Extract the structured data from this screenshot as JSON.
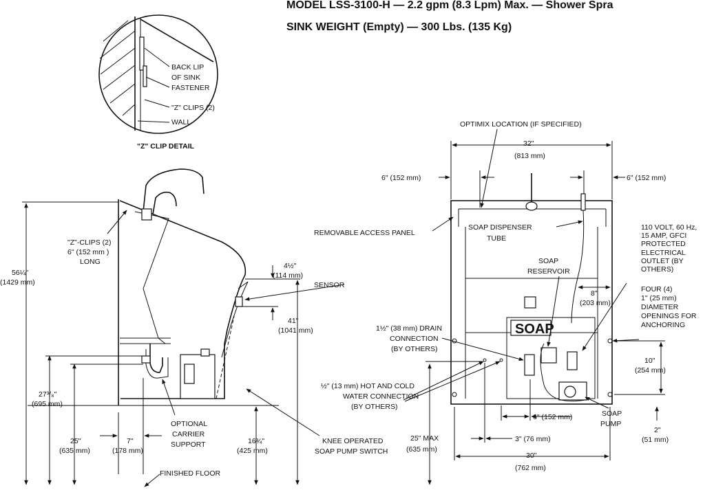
{
  "header": {
    "model_line": "MODEL LSS-3100-H — 2.2 gpm (8.3 Lpm) Max. — Shower Spra",
    "weight_line": "SINK WEIGHT (Empty) — 300 Lbs. (135 Kg)"
  },
  "z_clip_detail": {
    "caption": "\"Z\" CLIP DETAIL",
    "labels": [
      "BACK LIP",
      "OF SINK",
      "FASTENER",
      "\"Z\" CLIPS (2)",
      "WALL"
    ]
  },
  "side_view": {
    "z_clips": [
      "\"Z\"-CLIPS (2)",
      "6\" (152 mm )",
      "LONG"
    ],
    "height_total": [
      "56¼\"",
      "(1429 mm)"
    ],
    "height_drain": [
      "27³/₈\"",
      "(695 mm)"
    ],
    "height_25": [
      "25\"",
      "(635 mm)"
    ],
    "depth_7": [
      "7\"",
      "(178 mm)"
    ],
    "optional_carrier": [
      "OPTIONAL",
      "CARRIER",
      "SUPPORT"
    ],
    "knee_switch": [
      "KNEE OPERATED",
      "SOAP PUMP SWITCH"
    ],
    "height_16": [
      "16¾\"",
      "(425 mm)"
    ],
    "height_41": [
      "41\"",
      "(1041 mm)"
    ],
    "dim_4half": [
      "4½\"",
      "(114 mm)"
    ],
    "sensor": "SENSOR",
    "finished_floor": "FINISHED FLOOR"
  },
  "front_view": {
    "optimix": "OPTIMIX LOCATION (IF SPECIFIED)",
    "width_32": [
      "32\"",
      "(813 mm)"
    ],
    "left_6": "6\" (152 mm)",
    "right_6": "6\" (152 mm)",
    "access_panel": "REMOVABLE ACCESS PANEL",
    "dispenser_tube": [
      "SOAP DISPENSER",
      "TUBE"
    ],
    "reservoir": [
      "SOAP",
      "RESERVOIR"
    ],
    "outlet": [
      "110 VOLT, 60 Hz,",
      "15 AMP, GFCI",
      "PROTECTED",
      "ELECTRICAL",
      "OUTLET  (BY",
      "OTHERS)"
    ],
    "dim_8": [
      "8\"",
      "(203 mm)"
    ],
    "anchoring": [
      "FOUR (4)",
      "1\" (25 mm)",
      "DIAMETER",
      "OPENINGS FOR",
      "ANCHORING"
    ],
    "soap_label": "SOAP",
    "drain": [
      "1½\" (38 mm) DRAIN",
      "CONNECTION",
      "(BY OTHERS)"
    ],
    "water": [
      "½\" (13 mm) HOT AND COLD",
      "WATER CONNECTION",
      "(BY OTHERS)"
    ],
    "dim_10": [
      "10\"",
      "(254 mm)"
    ],
    "dim_6b": "6\" (152 mm)",
    "soap_pump": [
      "SOAP",
      "PUMP"
    ],
    "dim_2": [
      "2\"",
      "(51 mm)"
    ],
    "dim_3": "3\" (76 mm)",
    "max_25": [
      "25\" MAX",
      "(635 mm)"
    ],
    "width_30": [
      "30\"",
      "(762 mm)"
    ]
  }
}
